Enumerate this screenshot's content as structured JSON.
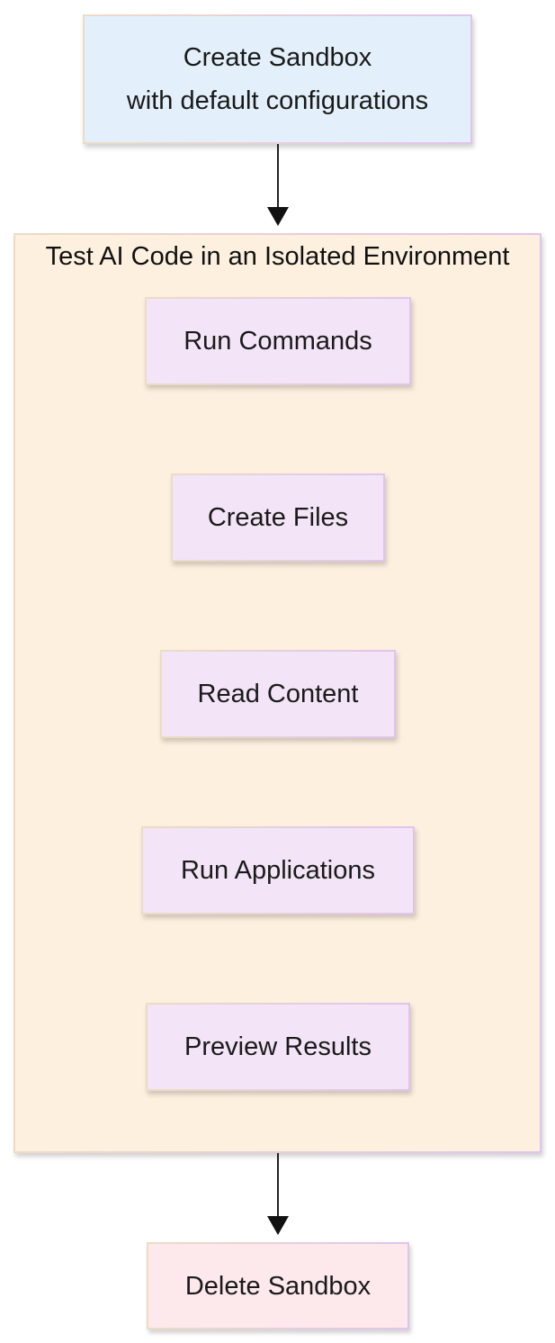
{
  "diagram": {
    "type": "flowchart",
    "direction": "top-to-bottom",
    "start_node": {
      "label_line1": "Create Sandbox",
      "label_line2": "with default configurations",
      "fill": "#e3f0fb"
    },
    "group": {
      "title": "Test AI Code in an Isolated Environment",
      "fill": "#fdf0df",
      "steps": [
        {
          "label": "Run Commands",
          "fill": "#f3e4f7"
        },
        {
          "label": "Create Files",
          "fill": "#f3e4f7"
        },
        {
          "label": "Read Content",
          "fill": "#f3e4f7"
        },
        {
          "label": "Run Applications",
          "fill": "#f3e4f7"
        },
        {
          "label": "Preview Results",
          "fill": "#f3e4f7"
        }
      ]
    },
    "end_node": {
      "label": "Delete Sandbox",
      "fill": "#fde8ec"
    },
    "edges": [
      {
        "from": "Create Sandbox with default configurations",
        "to": "Test AI Code in an Isolated Environment"
      },
      {
        "from": "Test AI Code in an Isolated Environment",
        "to": "Delete Sandbox"
      }
    ],
    "colors": {
      "border_left": "#ecdcc4",
      "border_right": "#e2c3ee",
      "arrow": "#111111",
      "text": "#1a1a1a"
    }
  }
}
